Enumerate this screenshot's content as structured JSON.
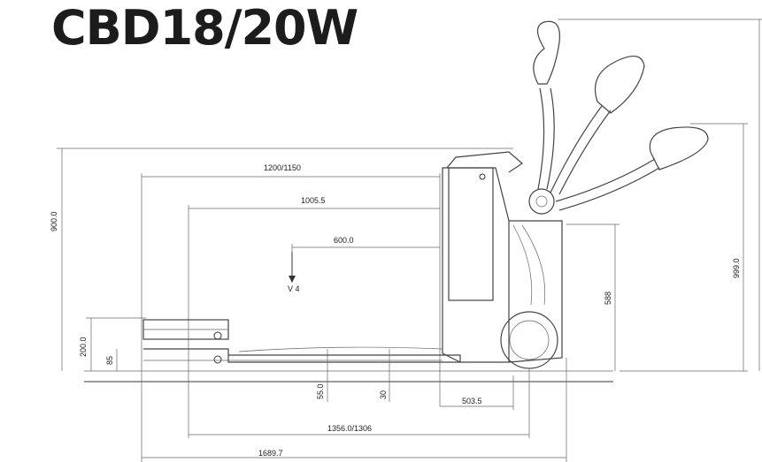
{
  "title": "CBD18/20W",
  "dimensions": {
    "length_fork_1": "1200/1150",
    "length_mid": "1005.5",
    "length_short": "600.0",
    "load_center_label": "V 4",
    "height_overall": "900.0",
    "height_handle": "999.0",
    "height_body": "588",
    "height_fork_raised": "200.0",
    "height_fork_lowered": "85",
    "clearance_mid": "55.0",
    "clearance_small": "30",
    "body_length": "503.5",
    "wheelbase": "1356.0/1306",
    "length_overall": "1689.7"
  }
}
